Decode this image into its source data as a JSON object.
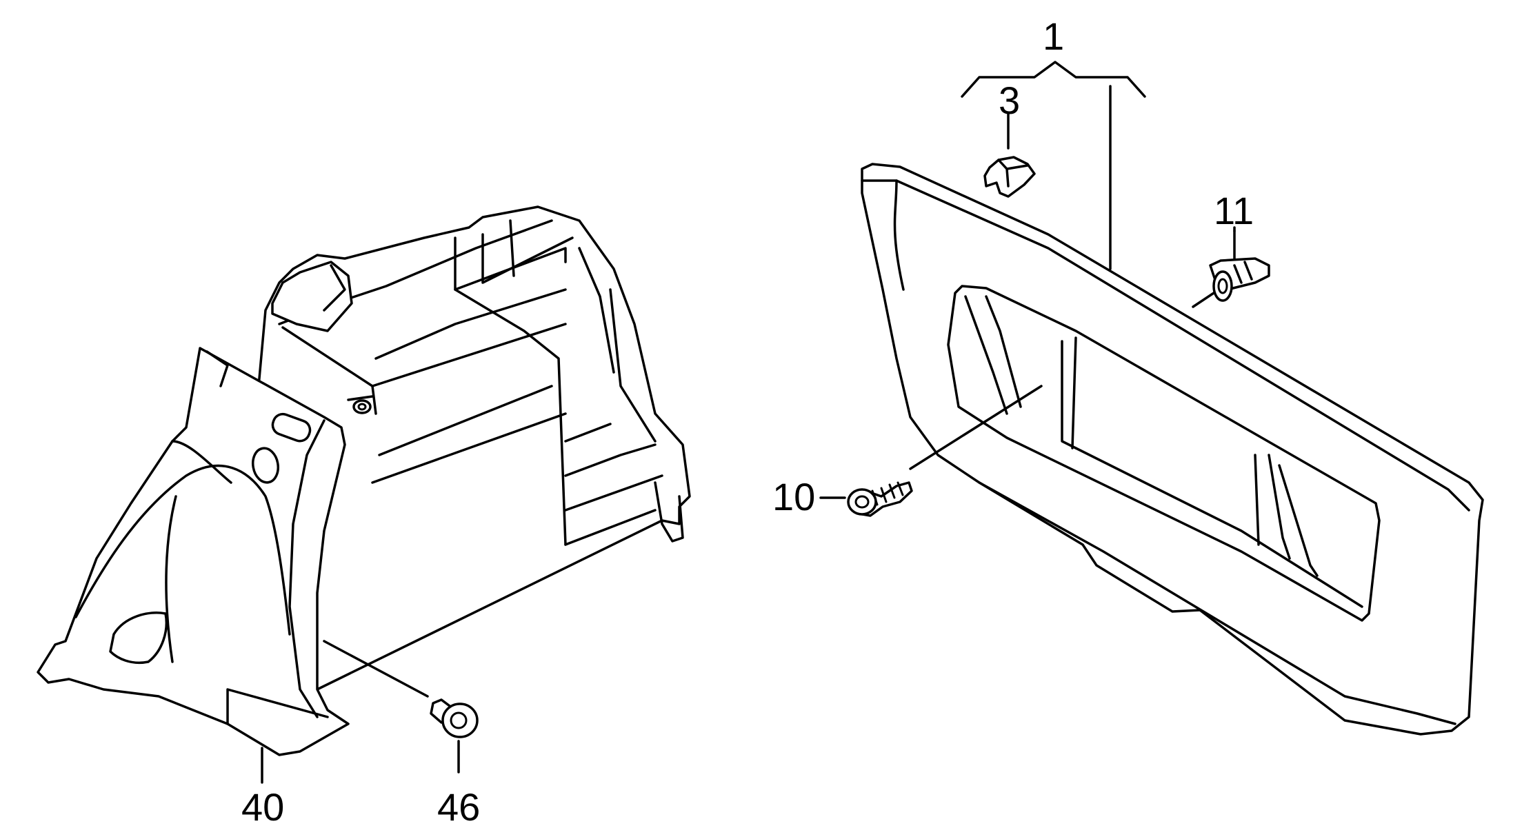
{
  "diagram": {
    "callouts": {
      "c1": "1",
      "c3": "3",
      "c10": "10",
      "c11": "11",
      "c40": "40",
      "c46": "46"
    }
  }
}
